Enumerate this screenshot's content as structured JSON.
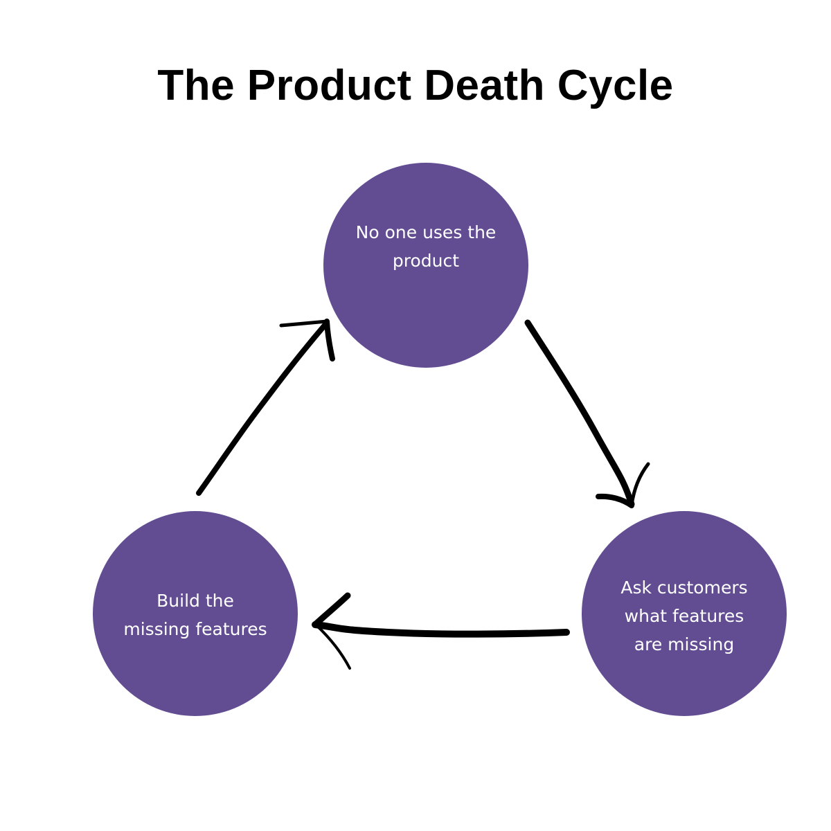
{
  "title": "The Product Death Cycle",
  "colors": {
    "node_fill": "#624d92",
    "node_text": "#ffffff",
    "arrow": "#000000",
    "background": "#ffffff"
  },
  "nodes": [
    {
      "id": "top",
      "label": "No one uses the\nproduct"
    },
    {
      "id": "right",
      "label": "Ask customers\nwhat features\nare missing"
    },
    {
      "id": "left",
      "label": "Build the\nmissing features"
    }
  ],
  "edges": [
    {
      "from": "top",
      "to": "right",
      "icon": "hand-drawn-arrow"
    },
    {
      "from": "right",
      "to": "left",
      "icon": "hand-drawn-arrow"
    },
    {
      "from": "left",
      "to": "top",
      "icon": "hand-drawn-arrow"
    }
  ]
}
